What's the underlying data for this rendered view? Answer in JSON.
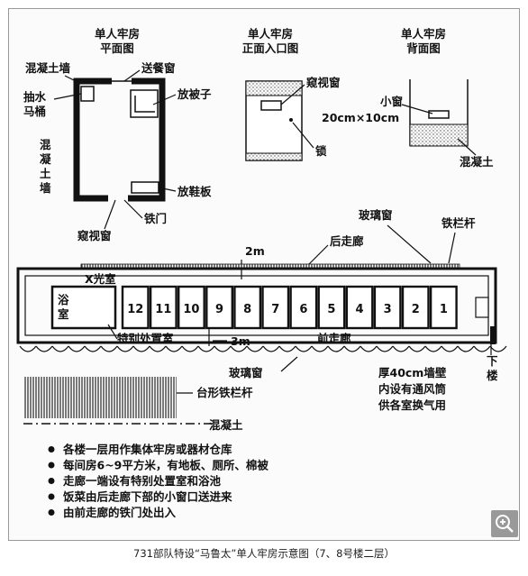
{
  "diagram": {
    "plan": {
      "title": [
        "单人牢房",
        "平面图"
      ],
      "labels": {
        "concrete_wall": "混凝土墙",
        "flush_toilet": [
          "抽水",
          "马桶"
        ],
        "concrete_vertical": [
          "混",
          "凝",
          "土",
          "墙"
        ],
        "food_window": "送餐窗",
        "quilt": "放被子",
        "shoe_board": "放鞋板",
        "iron_door": "铁门",
        "peephole": "窥视窗"
      }
    },
    "front": {
      "title": [
        "单人牢房",
        "正面入口图"
      ],
      "labels": {
        "peephole": "窥视窗",
        "lock": "锁"
      }
    },
    "back": {
      "title": [
        "单人牢房",
        "背面图"
      ],
      "labels": {
        "small_window": "小窗",
        "size": "20cm×10cm",
        "concrete": "混凝土"
      }
    },
    "corridor": {
      "labels": {
        "glass_window_top": "玻璃窗",
        "iron_railing": "铁栏杆",
        "rear_corridor": "后走廊",
        "width_2m": "2m",
        "x_light": "X光室",
        "bath": [
          "浴",
          "室"
        ],
        "special_room": "特别处置室",
        "width_3m": "3m",
        "front_corridor": "前走廊",
        "downstairs": [
          "下",
          "楼"
        ],
        "glass_window_bottom": "玻璃窗",
        "wall_note": [
          "厚40cm墙壁",
          "内设有通风筒",
          "供各室换气用"
        ],
        "platform_railing": "台形铁栏杆",
        "concrete": "混凝土"
      },
      "cells": [
        "12",
        "11",
        "10",
        "9",
        "8",
        "7",
        "6",
        "5",
        "4",
        "3",
        "2",
        "1"
      ]
    },
    "notes": [
      "各楼一层用作集体牢房或器材仓库",
      "每间房6~9平方米，有地板、厕所、棉被",
      "走廊一端设有特别处置室和浴池",
      "饭菜由后走廊下部的小窗口送进来",
      "由前走廊的铁门处出入"
    ]
  },
  "caption": "731部队特设“马鲁太”单人牢房示意图（7、8号楼二层）",
  "zoom_icon": "magnifier-plus-icon"
}
